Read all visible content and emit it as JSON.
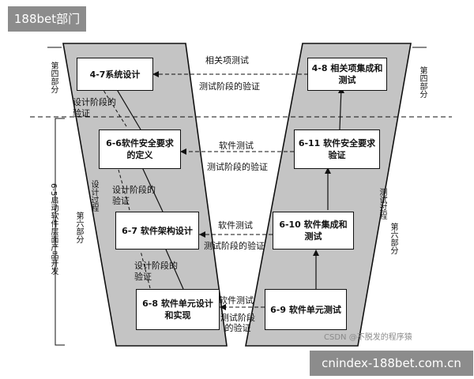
{
  "badge": "188bet部门",
  "footer": "cnindex-188bet.com.cn",
  "watermark": "CSDN @不脱发的程序猿",
  "boxes": {
    "b47": "4-7系统设计",
    "b48": "4-8 相关项集成和测试",
    "b66": "6-6软件安全要求的定义",
    "b611": "6-11 软件安全要求验证",
    "b67": "6-7 软件架构设计",
    "b610": "6-10 软件集成和测试",
    "b68": "6-8 软件单元设计和实现",
    "b69": "6-9 软件单元测试"
  },
  "labels": {
    "related_test": "相关项测试",
    "test_verif_1": "测试阶段的验证",
    "soft_test_1": "软件测试",
    "test_verif_2": "测试阶段的验证",
    "soft_test_2": "软件测试",
    "test_verif_3": "测试阶段的验证",
    "soft_test_3": "软件测试",
    "test_verif_4": "测试阶段的验证",
    "design_verif_1": "设计阶段的验证",
    "design_verif_2": "设计阶段的验证",
    "design_verif_3": "设计阶段的验证",
    "design_process": "设计过程",
    "test_process": "测试过程",
    "part4_left": "第四部分",
    "part4_right": "第四部分",
    "part6_left": "第六部分",
    "part6_right": "第六部分",
    "side_long": "6-5启动软件层面产品开发"
  },
  "colors": {
    "panel": "#c4c4c4",
    "line": "#111111",
    "badge": "#8c8c8c"
  }
}
